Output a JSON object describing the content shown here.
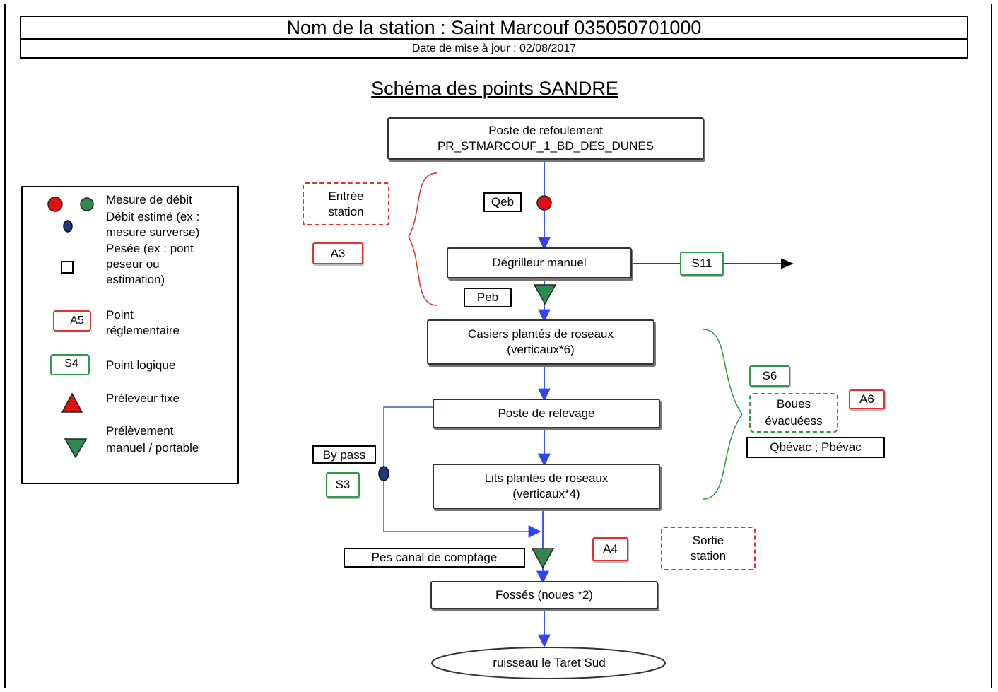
{
  "header": {
    "title": "Nom de la station : Saint Marcouf 035050701000",
    "date": "Date de mise à jour : 02/08/2017"
  },
  "schema_title": "Schéma des points SANDRE",
  "legend": {
    "flow_measure": "Mesure de débit",
    "flow_estimated_1": "Débit estimé (ex :",
    "flow_estimated_2": "mesure surverse)",
    "weighing_1": "Pesée (ex : pont",
    "weighing_2": "peseur ou",
    "weighing_3": "estimation)",
    "reg_tag": "A5",
    "reg_point_1": "Point",
    "reg_point_2": "réglementaire",
    "logic_tag": "S4",
    "logic_point": "Point logique",
    "fixed_sampler": "Préleveur fixe",
    "manual_sampling_1": "Prélèvement",
    "manual_sampling_2": "manuel / portable"
  },
  "nodes": {
    "poste_refoulement_1": "Poste de refoulement",
    "poste_refoulement_2": "PR_STMARCOUF_1_BD_DES_DUNES",
    "degrilleur": "Dégrilleur manuel",
    "casiers_1": "Casiers plantés de roseaux",
    "casiers_2": "(verticaux*6)",
    "poste_relevage": "Poste de relevage",
    "lits_1": "Lits plantés de roseaux",
    "lits_2": "(verticaux*4)",
    "fosses": "Fossés (noues *2)",
    "ruisseau": "ruisseau le Taret Sud"
  },
  "labels": {
    "qeb": "Qeb",
    "peb": "Peb",
    "bypass": "By pass",
    "pes": "Pes canal de comptage",
    "qbevac": "Qbévac ; Pbévac"
  },
  "tags": {
    "a3": "A3",
    "a4": "A4",
    "a6": "A6",
    "s11": "S11",
    "s6": "S6",
    "s3": "S3"
  },
  "zones": {
    "entree_1": "Entrée",
    "entree_2": "station",
    "sortie_1": "Sortie",
    "sortie_2": "station",
    "boues_1": "Boues",
    "boues_2": "évacuéess"
  },
  "colors": {
    "flow": "#3344ee",
    "bypass": "#5577cc",
    "red_marker": "#e01010",
    "green_marker": "#2e8a4a",
    "blue_marker": "#1a3a7a",
    "red_brace": "#e03030",
    "green_brace": "#2e9a4a"
  }
}
